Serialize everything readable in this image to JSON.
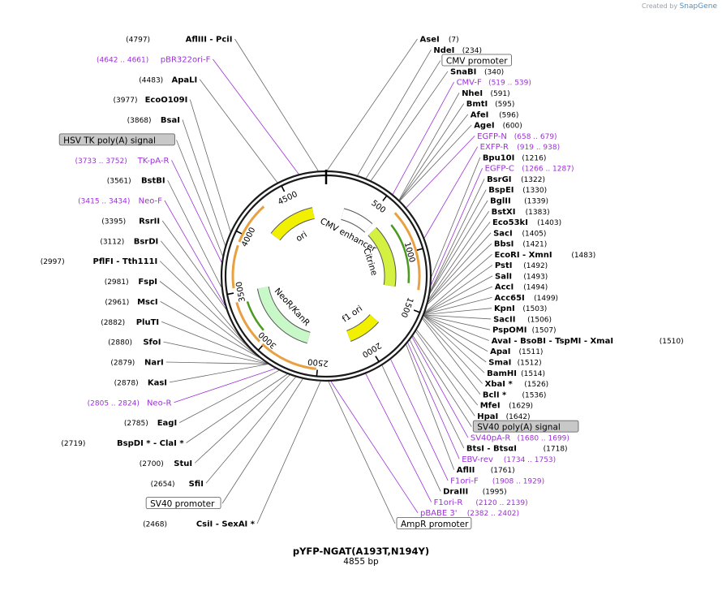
{
  "credit": {
    "prefix": "Created by",
    "brand": "SnapGene"
  },
  "plasmid": {
    "name": "pYFP-NGAT(A193T,N194Y)",
    "size_label": "4855 bp",
    "length": 4855
  },
  "colors": {
    "enzyme": "#000000",
    "primer": "#9b30d9",
    "orange_feature": "#e8a040",
    "green_feature": "#4a9a20",
    "yellow_feature": "#f0f000",
    "backbone": "#1a1a1a"
  },
  "ticks": [
    "500",
    "1000",
    "1500",
    "2000",
    "2500",
    "3000",
    "3500",
    "4000",
    "4500"
  ],
  "enzymes": [
    {
      "name": "NdeI",
      "pos": "(234)",
      "bp": 234
    },
    {
      "name": "SnaBI",
      "pos": "(340)",
      "bp": 340
    },
    {
      "name": "NheI",
      "pos": "(591)",
      "bp": 591
    },
    {
      "name": "BmtI",
      "pos": "(595)",
      "bp": 595
    },
    {
      "name": "AfeI",
      "pos": "(596)",
      "bp": 596
    },
    {
      "name": "AgeI",
      "pos": "(600)",
      "bp": 600
    },
    {
      "name": "Bpu10I",
      "pos": "(1216)",
      "bp": 1216
    },
    {
      "name": "BsrGI",
      "pos": "(1322)",
      "bp": 1322
    },
    {
      "name": "BspEI",
      "pos": "(1330)",
      "bp": 1330
    },
    {
      "name": "BglII",
      "pos": "(1339)",
      "bp": 1339
    },
    {
      "name": "BstXI",
      "pos": "(1383)",
      "bp": 1383
    },
    {
      "name": "Eco53kI",
      "pos": "(1403)",
      "bp": 1403
    },
    {
      "name": "SacI",
      "pos": "(1405)",
      "bp": 1405
    },
    {
      "name": "BbsI",
      "pos": "(1421)",
      "bp": 1421
    },
    {
      "name": "EcoRI  - XmnI",
      "pos": "(1483)",
      "bp": 1483
    },
    {
      "name": "PstI",
      "pos": "(1492)",
      "bp": 1492
    },
    {
      "name": "SalI",
      "pos": "(1493)",
      "bp": 1493
    },
    {
      "name": "AccI",
      "pos": "(1494)",
      "bp": 1494
    },
    {
      "name": "Acc65I",
      "pos": "(1499)",
      "bp": 1499
    },
    {
      "name": "KpnI",
      "pos": "(1503)",
      "bp": 1503
    },
    {
      "name": "SacII",
      "pos": "(1506)",
      "bp": 1506
    },
    {
      "name": "PspOMI",
      "pos": "(1507)",
      "bp": 1507
    },
    {
      "name": "AvaI  - BsoBI  - TspMI  - XmaI",
      "pos": "(1510)",
      "bp": 1510
    },
    {
      "name": "ApaI",
      "pos": "(1511)",
      "bp": 1511
    },
    {
      "name": "SmaI",
      "pos": "(1512)",
      "bp": 1512
    },
    {
      "name": "BamHI",
      "pos": "(1514)",
      "bp": 1514
    },
    {
      "name": "XbaI *",
      "pos": "(1526)",
      "bp": 1526
    },
    {
      "name": "BclI *",
      "pos": "(1536)",
      "bp": 1536
    },
    {
      "name": "MfeI",
      "pos": "(1629)",
      "bp": 1629
    },
    {
      "name": "HpaI",
      "pos": "(1642)",
      "bp": 1642
    },
    {
      "name": "BtsI  - BtsαI",
      "pos": "(1718)",
      "bp": 1718
    },
    {
      "name": "AflII",
      "pos": "(1761)",
      "bp": 1761
    },
    {
      "name": "DraIII",
      "pos": "(1995)",
      "bp": 1995
    },
    {
      "name": "CsiI  - SexAI *",
      "pos": "(2468)",
      "bp": 2468
    },
    {
      "name": "SfiI",
      "pos": "(2654)",
      "bp": 2654
    },
    {
      "name": "StuI",
      "pos": "(2700)",
      "bp": 2700
    },
    {
      "name": "BspDI *  - ClaI *",
      "pos": "(2719)",
      "bp": 2719
    },
    {
      "name": "EagI",
      "pos": "(2785)",
      "bp": 2785
    },
    {
      "name": "KasI",
      "pos": "(2878)",
      "bp": 2878
    },
    {
      "name": "NarI",
      "pos": "(2879)",
      "bp": 2879
    },
    {
      "name": "SfoI",
      "pos": "(2880)",
      "bp": 2880
    },
    {
      "name": "PluTI",
      "pos": "(2882)",
      "bp": 2882
    },
    {
      "name": "MscI",
      "pos": "(2961)",
      "bp": 2961
    },
    {
      "name": "FspI",
      "pos": "(2981)",
      "bp": 2981
    },
    {
      "name": "PflFI  - Tth111I",
      "pos": "(2997)",
      "bp": 2997
    },
    {
      "name": "BsrDI",
      "pos": "(3112)",
      "bp": 3112
    },
    {
      "name": "RsrII",
      "pos": "(3395)",
      "bp": 3395
    },
    {
      "name": "BstBI",
      "pos": "(3561)",
      "bp": 3561
    },
    {
      "name": "BsaI",
      "pos": "(3868)",
      "bp": 3868
    },
    {
      "name": "EcoO109I",
      "pos": "(3977)",
      "bp": 3977
    },
    {
      "name": "ApaLI",
      "pos": "(4483)",
      "bp": 4483
    },
    {
      "name": "AflIII  - PciI",
      "pos": "(4797)",
      "bp": 4797
    },
    {
      "name": "AseI",
      "pos": "(7)",
      "bp": 7
    }
  ],
  "primers": [
    {
      "name": "CMV-F",
      "pos": "(519 .. 539)",
      "bp": 529
    },
    {
      "name": "EGFP-N",
      "pos": "(658 .. 679)",
      "bp": 668
    },
    {
      "name": "EXFP-R",
      "pos": "(919 .. 938)",
      "bp": 928
    },
    {
      "name": "EGFP-C",
      "pos": "(1266 .. 1287)",
      "bp": 1276
    },
    {
      "name": "SV40pA-R",
      "pos": "(1680 .. 1699)",
      "bp": 1690
    },
    {
      "name": "EBV-rev",
      "pos": "(1734 .. 1753)",
      "bp": 1743
    },
    {
      "name": "F1ori-F",
      "pos": "(1908 .. 1929)",
      "bp": 1918
    },
    {
      "name": "F1ori-R",
      "pos": "(2120 .. 2139)",
      "bp": 2130
    },
    {
      "name": "pBABE 3'",
      "pos": "(2382 .. 2402)",
      "bp": 2392
    },
    {
      "name": "Neo-R",
      "pos": "(2805 .. 2824)",
      "bp": 2815
    },
    {
      "name": "Neo-F",
      "pos": "(3415 .. 3434)",
      "bp": 3425
    },
    {
      "name": "TK-pA-R",
      "pos": "(3733 .. 3752)",
      "bp": 3742
    },
    {
      "name": "pBR322ori-F",
      "pos": "(4642 .. 4661)",
      "bp": 4652
    }
  ],
  "boxed_features": [
    {
      "name": "CMV promoter",
      "bp": 300,
      "fill": "#ffffff"
    },
    {
      "name": "SV40 poly(A) signal",
      "bp": 1680,
      "fill": "#c8c8c8"
    },
    {
      "name": "AmpR promoter",
      "bp": 2410,
      "fill": "#ffffff"
    },
    {
      "name": "SV40 promoter",
      "bp": 2600,
      "fill": "#ffffff"
    },
    {
      "name": "HSV TK poly(A) signal",
      "bp": 3790,
      "fill": "#c8c8c8"
    }
  ],
  "inner_features": [
    {
      "name": "ori",
      "start": 4150,
      "end": 4700,
      "color": "#f0f000"
    },
    {
      "name": "CMV enhancer",
      "start": 200,
      "end": 560,
      "color": "#ffffff"
    },
    {
      "name": "Citrine",
      "start": 620,
      "end": 1330,
      "color": "#d4f040"
    },
    {
      "name": "f1 ori",
      "start": 1770,
      "end": 2150,
      "color": "#f0f000"
    },
    {
      "name": "NeoR/KanR",
      "start": 2640,
      "end": 3500,
      "color": "#c8f8c8"
    }
  ]
}
